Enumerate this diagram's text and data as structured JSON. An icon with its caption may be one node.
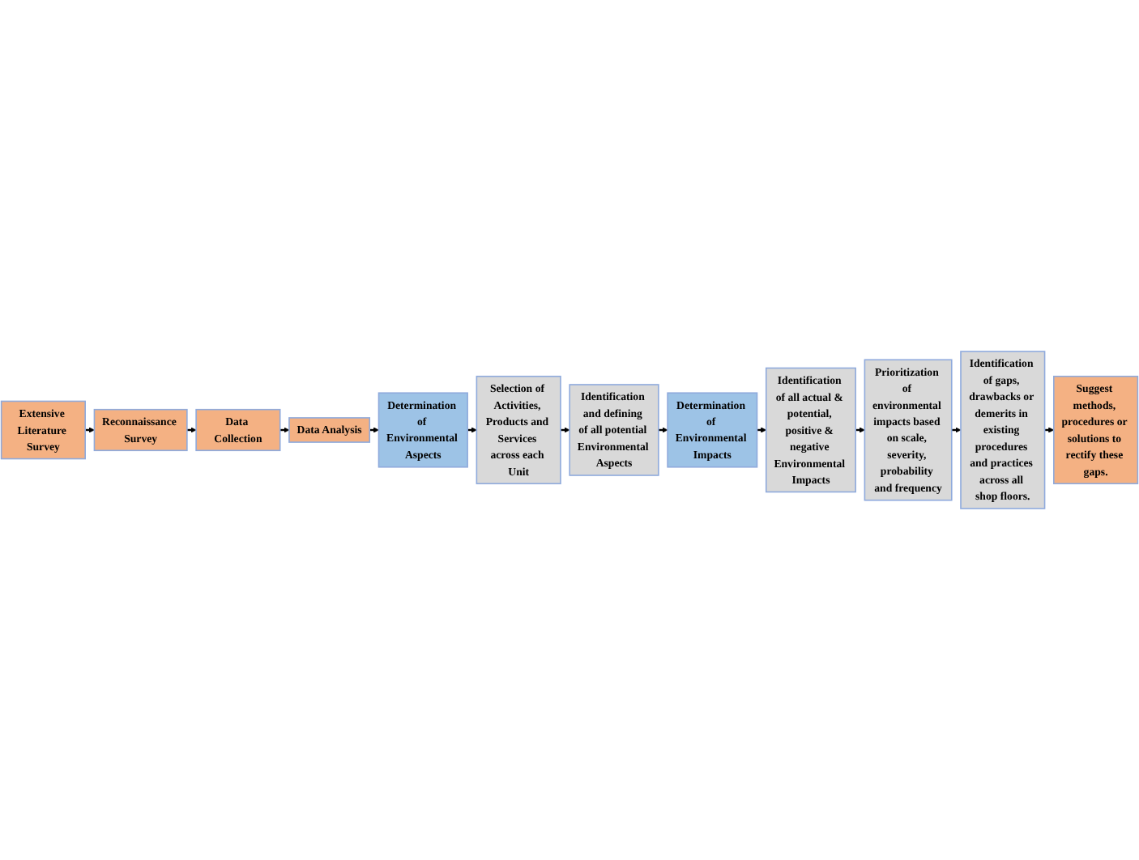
{
  "diagram": {
    "nodes": [
      {
        "text": [
          "Extensive Literature Survey"
        ]
      },
      {
        "text": [
          "Reconnaissance Survey"
        ]
      },
      {
        "text": [
          "Data Collection"
        ]
      },
      {
        "text": [
          "Data Analysis"
        ]
      },
      {
        "text": [
          "Determination of Environmental Aspects"
        ]
      },
      {
        "text": [
          "Selection of Activities, Products and Services across each Unit"
        ]
      },
      {
        "text": [
          "Identification and defining of all potential Environmental Aspects"
        ]
      },
      {
        "text": [
          "Determination of Environmental Impacts"
        ]
      },
      {
        "text": [
          "Identification of all actual & potential, positive & negative Environmental Impacts"
        ]
      },
      {
        "text": [
          "Prioritization of environmental impacts based on scale, severity, probability and frequency"
        ]
      },
      {
        "text": [
          "Identification of gaps, drawbacks or demerits in existing procedures and practices across all shop floors."
        ]
      },
      {
        "text": [
          "Suggest methods, procedures or solutions to rectify these gaps."
        ]
      }
    ],
    "edges": [
      {
        "from": 0,
        "to": 1,
        "arrow": "to"
      },
      {
        "from": 1,
        "to": 2,
        "arrow": "to"
      },
      {
        "from": 2,
        "to": 3,
        "arrow": "to"
      },
      {
        "from": 3,
        "to": 4,
        "arrow": "to"
      },
      {
        "from": 4,
        "to": 5,
        "arrow": "to"
      },
      {
        "from": 5,
        "to": 6,
        "arrow": "to"
      },
      {
        "from": 6,
        "to": 7,
        "arrow": "to"
      },
      {
        "from": 7,
        "to": 8,
        "arrow": "to"
      },
      {
        "from": 8,
        "to": 9,
        "arrow": "to"
      },
      {
        "from": 9,
        "to": 10,
        "arrow": "to"
      },
      {
        "from": 10,
        "to": 11,
        "arrow": "to"
      }
    ]
  }
}
